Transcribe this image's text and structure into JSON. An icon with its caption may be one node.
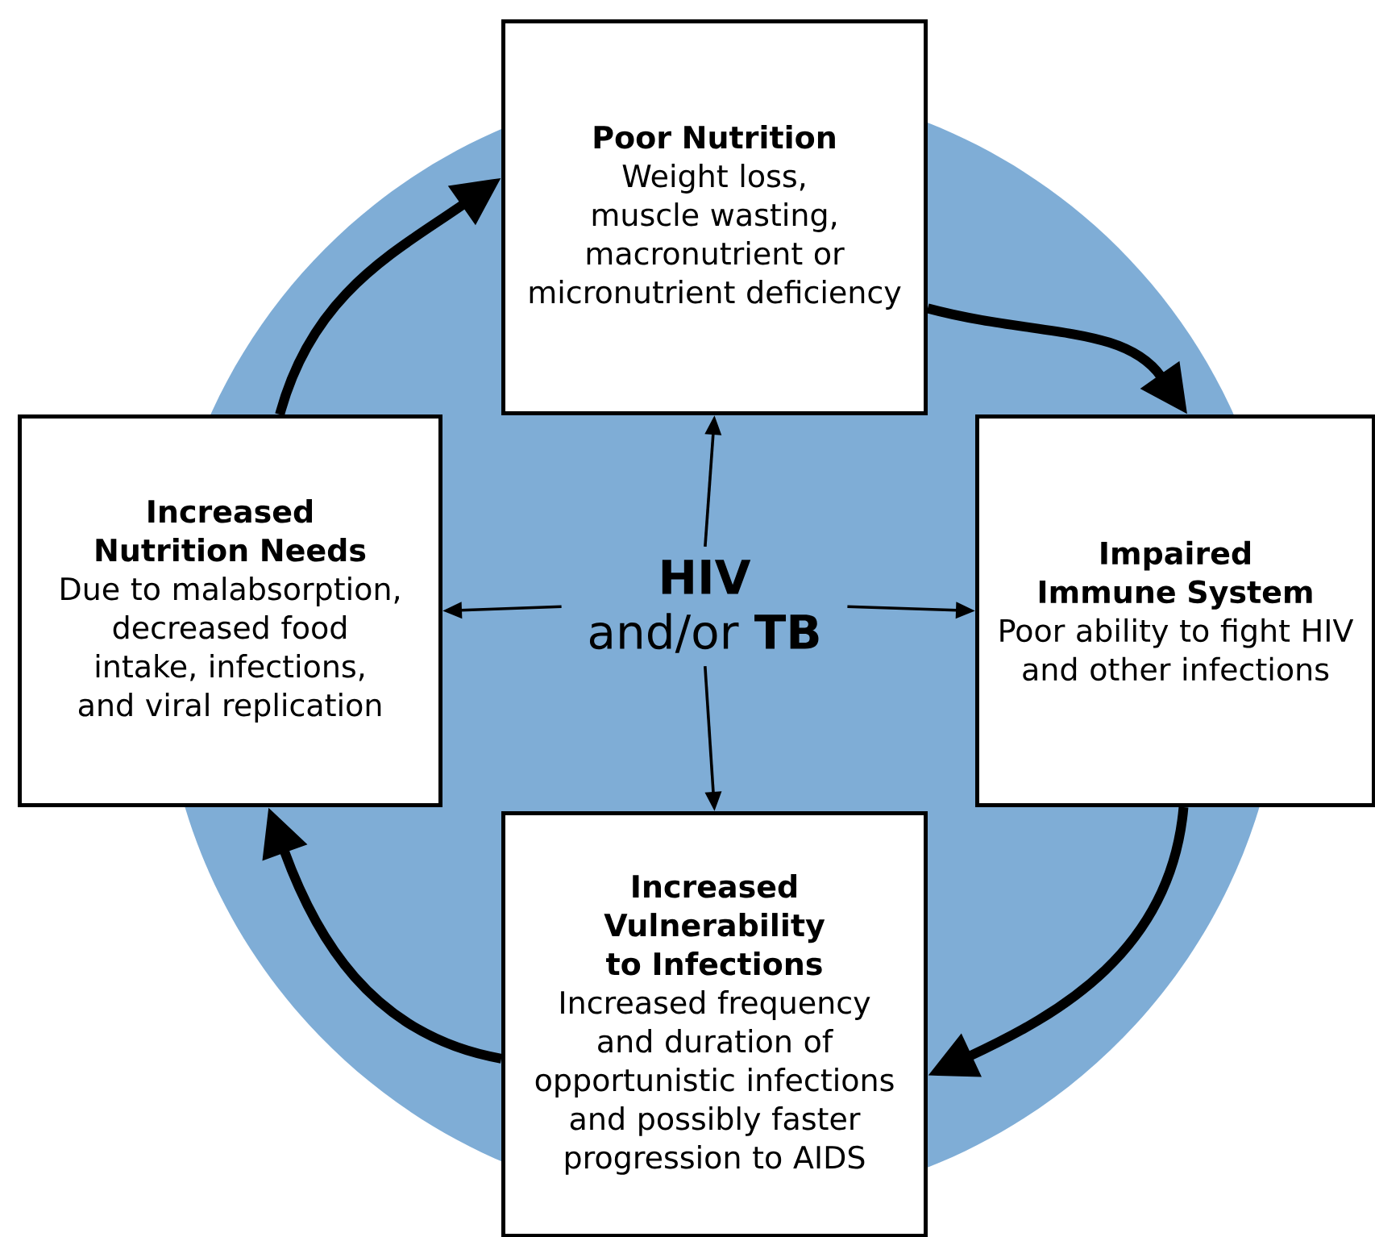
{
  "diagram": {
    "nodes": [
      {
        "text": [
          "Poor Nutrition",
          "Weight loss, muscle wasting, macronutrient or micronutrient deficiency"
        ]
      },
      {
        "text": [
          "Increased Nutrition Needs",
          "Due to malabsorption, decreased food intake, infections, and viral replication"
        ]
      },
      {
        "text": [
          "**HIV** and/or **TB**"
        ]
      },
      {
        "text": [
          "Impaired Immune System",
          "Poor ability to fight HIV and other infections"
        ]
      },
      {
        "text": [
          "Increased Vulnerability to Infections",
          "Increased frequency and duration of opportunistic infections and possibly faster progression to AIDS"
        ]
      }
    ],
    "edges": [
      {
        "from": 1,
        "to": 0,
        "arrow": "to",
        "style": "thick"
      },
      {
        "from": 0,
        "to": 3,
        "arrow": "to",
        "style": "thick"
      },
      {
        "from": 3,
        "to": 4,
        "arrow": "to",
        "style": "thick"
      },
      {
        "from": 4,
        "to": 1,
        "arrow": "to",
        "style": "thick"
      },
      {
        "from": 2,
        "to": 0,
        "arrow": "to"
      },
      {
        "from": 2,
        "to": 1,
        "arrow": "to"
      },
      {
        "from": 2,
        "to": 3,
        "arrow": "to"
      },
      {
        "from": 2,
        "to": 4,
        "arrow": "to"
      }
    ]
  }
}
